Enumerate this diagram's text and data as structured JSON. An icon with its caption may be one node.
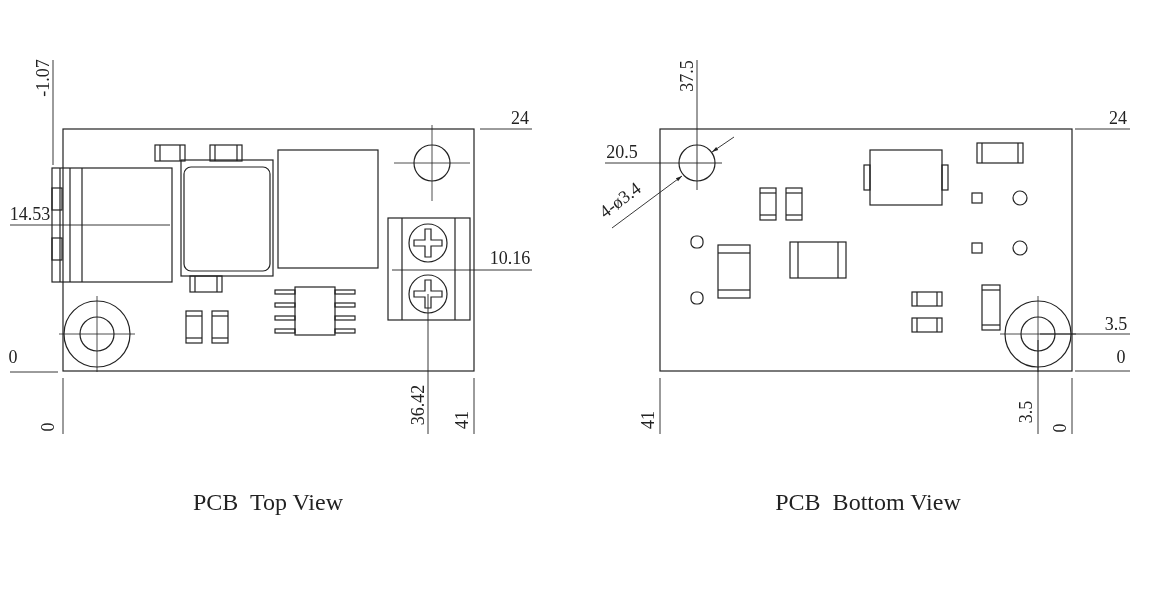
{
  "diagram": {
    "labels": [
      "-1.07",
      "24",
      "14.53",
      "10.16",
      "0",
      "0",
      "36.42",
      "41",
      "PCB  Top View",
      "37.5",
      "20.5",
      "4-ø3.4",
      "24",
      "3.5",
      "0",
      "41",
      "3.5",
      "0",
      "PCB  Bottom View"
    ]
  }
}
